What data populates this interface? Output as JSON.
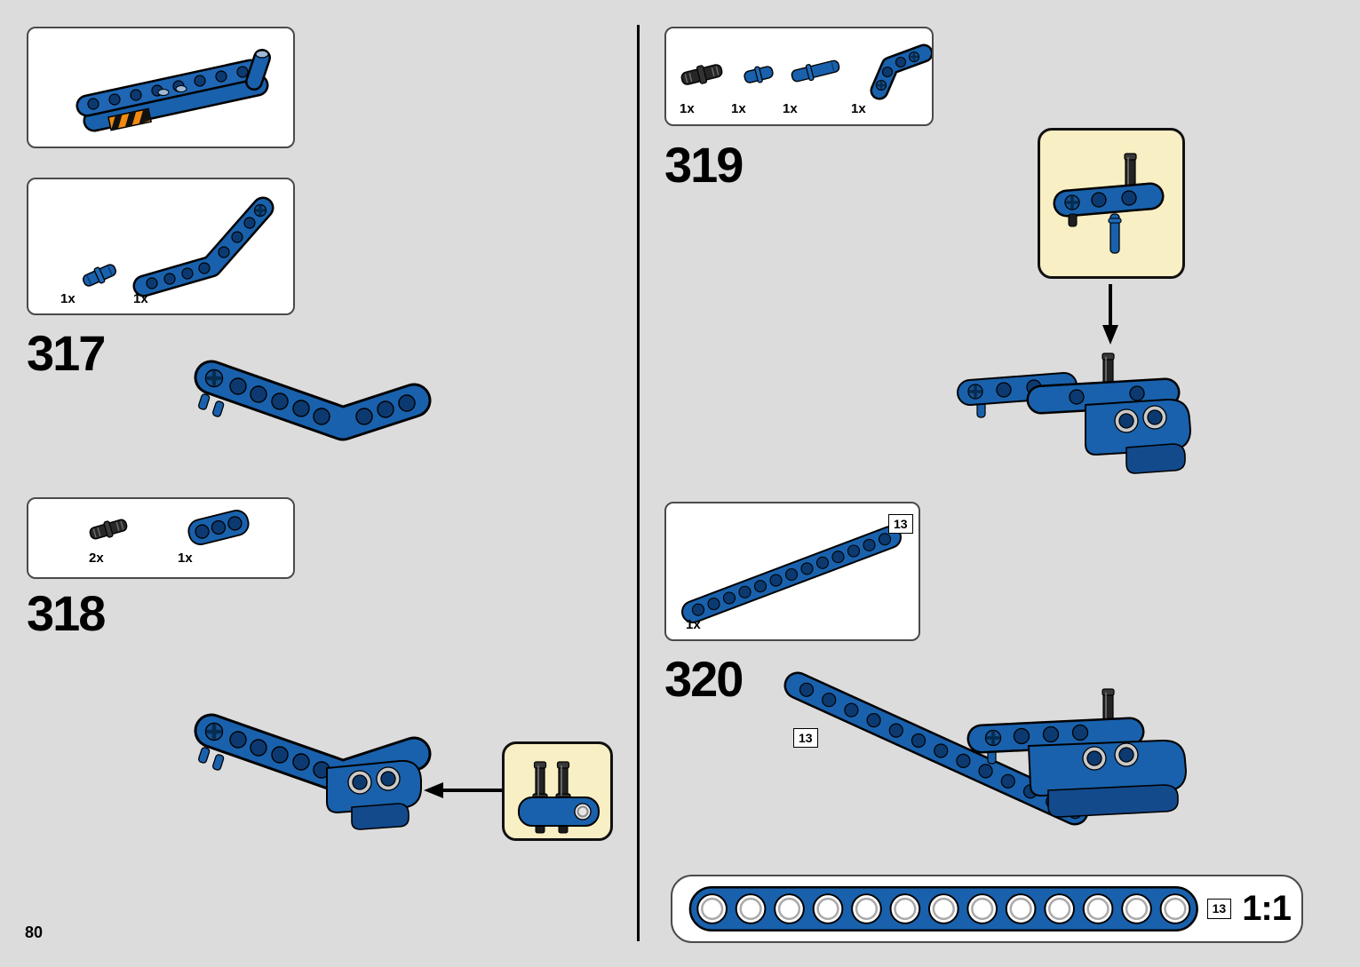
{
  "page": {
    "number": "80"
  },
  "colors": {
    "lego_blue": "#1961ac",
    "lego_blue_dark": "#0c3a70",
    "callout_yellow": "#f9efc4",
    "hazard_orange": "#f08a10",
    "background": "#dcdcdc"
  },
  "steps": {
    "s317": {
      "number": "317",
      "parts": [
        "1x",
        "1x"
      ]
    },
    "s318": {
      "number": "318",
      "parts": [
        "2x",
        "1x"
      ]
    },
    "s319": {
      "number": "319",
      "parts": [
        "1x",
        "1x",
        "1x",
        "1x"
      ]
    },
    "s320": {
      "number": "320",
      "parts": [
        "1x"
      ],
      "parts_badge": "13",
      "assembly_badge": "13"
    }
  },
  "scale": {
    "badge": "13",
    "label": "1:1"
  },
  "icons": {
    "blue_pin": "blue-pin-icon",
    "black_pin": "black-friction-pin-icon",
    "long_pin": "blue-long-pin-icon",
    "bent_beam": "bent-liftarm-icon",
    "straight_beam_13": "beam-13-icon",
    "arrow": "assembly-arrow-icon"
  }
}
